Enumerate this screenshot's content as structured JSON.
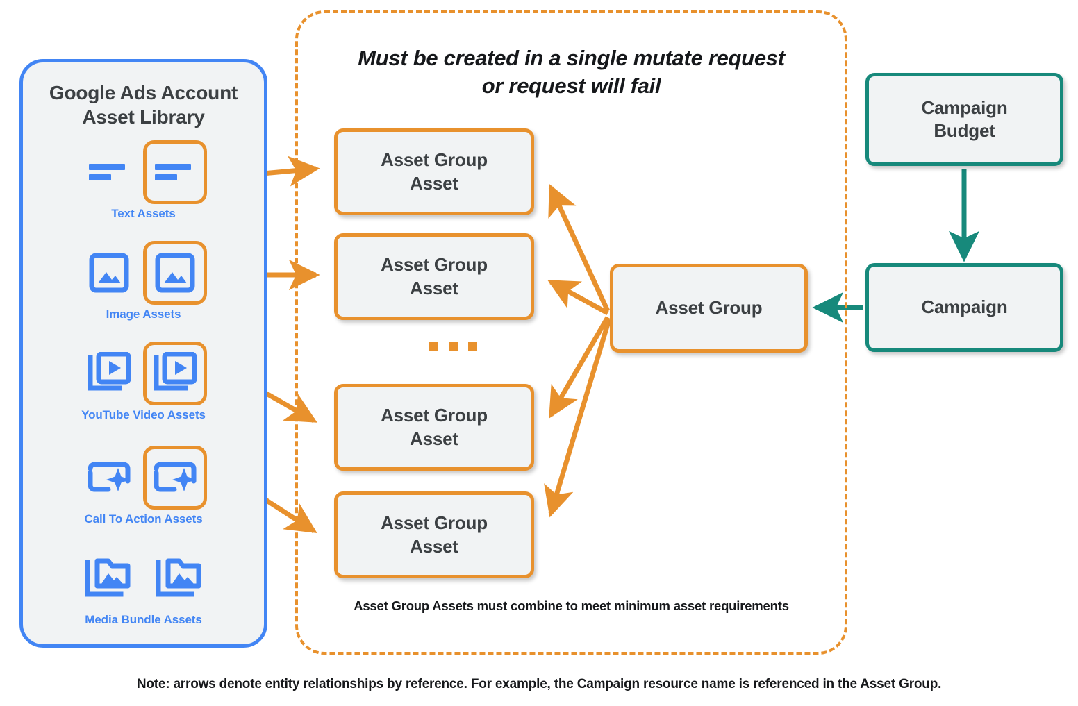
{
  "library": {
    "title": "Google Ads Account\nAsset Library",
    "title_line1": "Google Ads Account",
    "title_line2": "Asset Library",
    "border_color": "#4285f4",
    "accent_color": "#4285f4",
    "items": [
      {
        "caption": "Text Assets",
        "icon": "text-lines-icon",
        "highlighted": true
      },
      {
        "caption": "Image Assets",
        "icon": "image-icon",
        "highlighted": true
      },
      {
        "caption": "YouTube Video  Assets",
        "icon": "video-stack-icon",
        "highlighted": true
      },
      {
        "caption": "Call To Action Assets",
        "icon": "call-to-action-sparkle-icon",
        "highlighted": true
      },
      {
        "caption": "Media Bundle  Assets",
        "icon": "media-bundle-folder-icon",
        "highlighted": false
      }
    ]
  },
  "mutate_container": {
    "title": "Must be created in a single mutate request or request will fail",
    "title_line1": "Must be created in a single mutate request",
    "title_line2": "or request will fail",
    "footnote": "Asset Group Assets must combine to meet minimum asset requirements",
    "border_color": "#e8912d",
    "border_style": "dashed"
  },
  "nodes": {
    "asset_group_assets": [
      {
        "label": "Asset Group Asset",
        "line1": "Asset Group",
        "line2": "Asset"
      },
      {
        "label": "Asset Group Asset",
        "line1": "Asset Group",
        "line2": "Asset"
      },
      {
        "label": "Asset Group Asset",
        "line1": "Asset Group",
        "line2": "Asset"
      },
      {
        "label": "Asset Group Asset",
        "line1": "Asset Group",
        "line2": "Asset"
      }
    ],
    "asset_group": {
      "label": "Asset Group",
      "color": "#e8912d"
    },
    "campaign_budget": {
      "line1": "Campaign",
      "line2": "Budget",
      "label": "Campaign Budget",
      "color": "#17897b"
    },
    "campaign": {
      "label": "Campaign",
      "color": "#17897b"
    }
  },
  "ellipsis": {
    "symbol": "...",
    "dots": 3,
    "color": "#e8912d"
  },
  "footer": {
    "note": "Note: arrows denote entity relationships by reference. For example, the Campaign resource name is referenced in the Asset Group."
  },
  "colors": {
    "orange": "#e8912d",
    "blue": "#4285f4",
    "teal": "#17897b",
    "node_fill": "#f1f3f4",
    "text_dark": "#3c4043",
    "background": "#ffffff"
  }
}
